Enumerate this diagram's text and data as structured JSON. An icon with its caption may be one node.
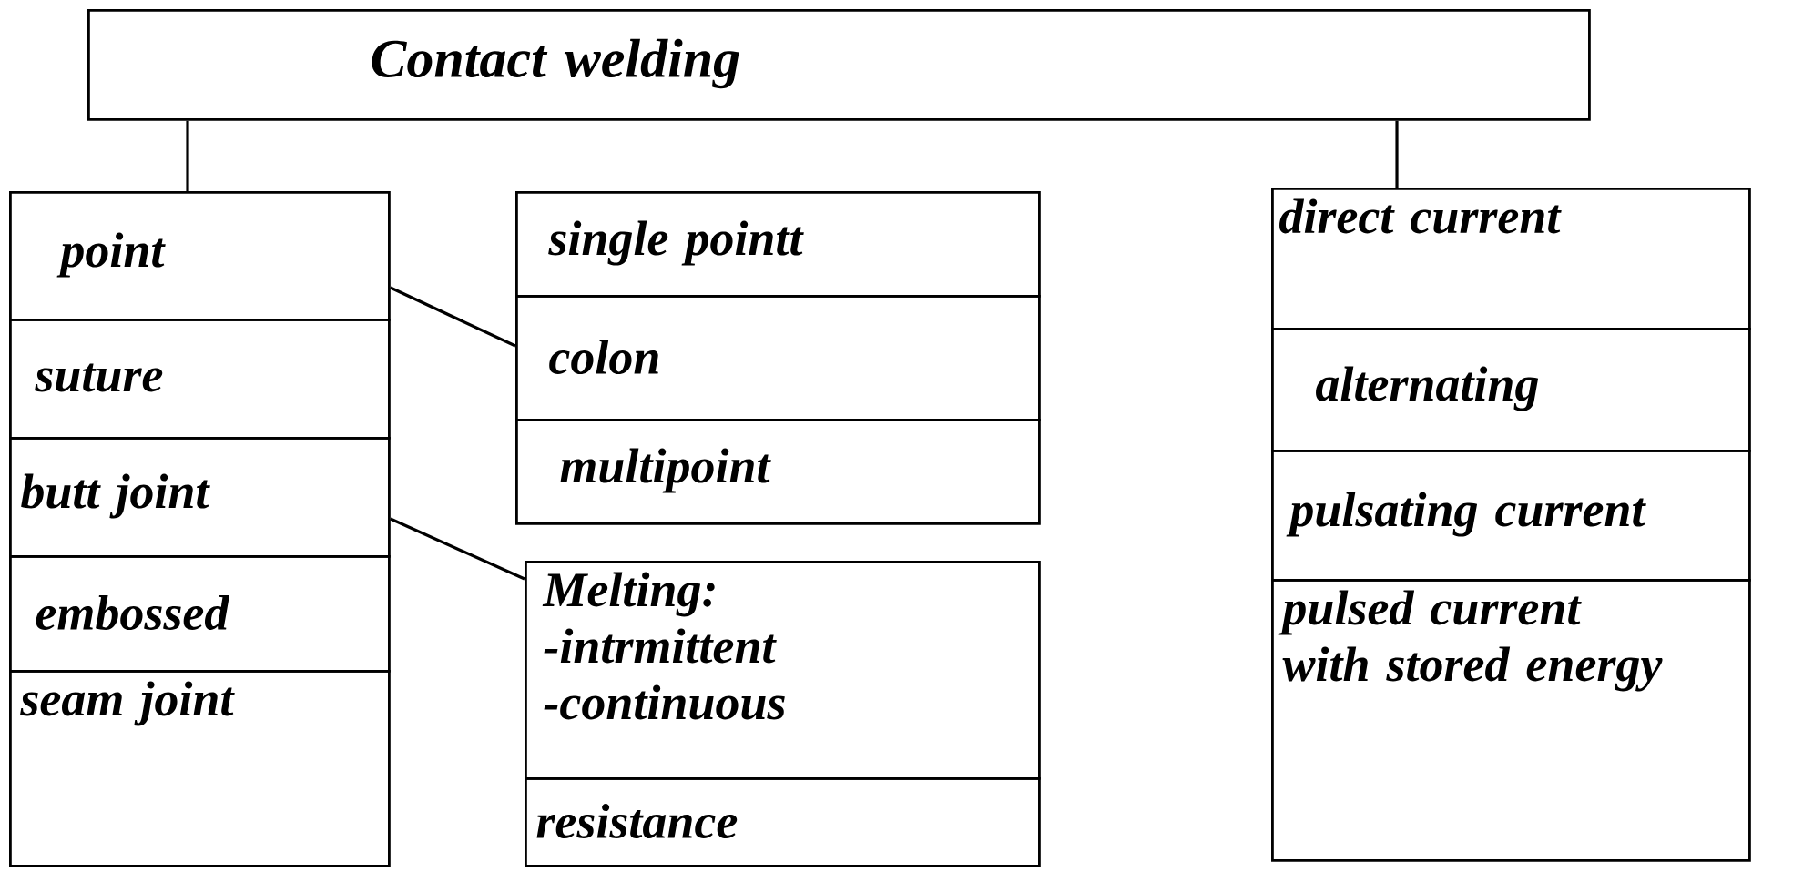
{
  "diagram": {
    "nodes": [
      {
        "text": [
          "Contact welding"
        ]
      },
      {
        "text": [
          "point"
        ]
      },
      {
        "text": [
          "suture"
        ]
      },
      {
        "text": [
          "butt joint"
        ]
      },
      {
        "text": [
          "embossed"
        ]
      },
      {
        "text": [
          "seam joint"
        ]
      },
      {
        "text": [
          "single pointt"
        ]
      },
      {
        "text": [
          "colon"
        ]
      },
      {
        "text": [
          "multipoint"
        ]
      },
      {
        "text": [
          "Melting: -intrmittent -continuous"
        ]
      },
      {
        "text": [
          "resistance"
        ]
      },
      {
        "text": [
          "direct current"
        ]
      },
      {
        "text": [
          "alternating"
        ]
      },
      {
        "text": [
          "pulsating current"
        ]
      },
      {
        "text": [
          "pulsed current with stored energy"
        ]
      }
    ],
    "edges": [
      {
        "from": 0,
        "to": 1,
        "arrow": "none"
      },
      {
        "from": 0,
        "to": 11,
        "arrow": "none"
      },
      {
        "from": 1,
        "to": 7,
        "arrow": "none"
      },
      {
        "from": 3,
        "to": 9,
        "arrow": "none"
      }
    ]
  }
}
